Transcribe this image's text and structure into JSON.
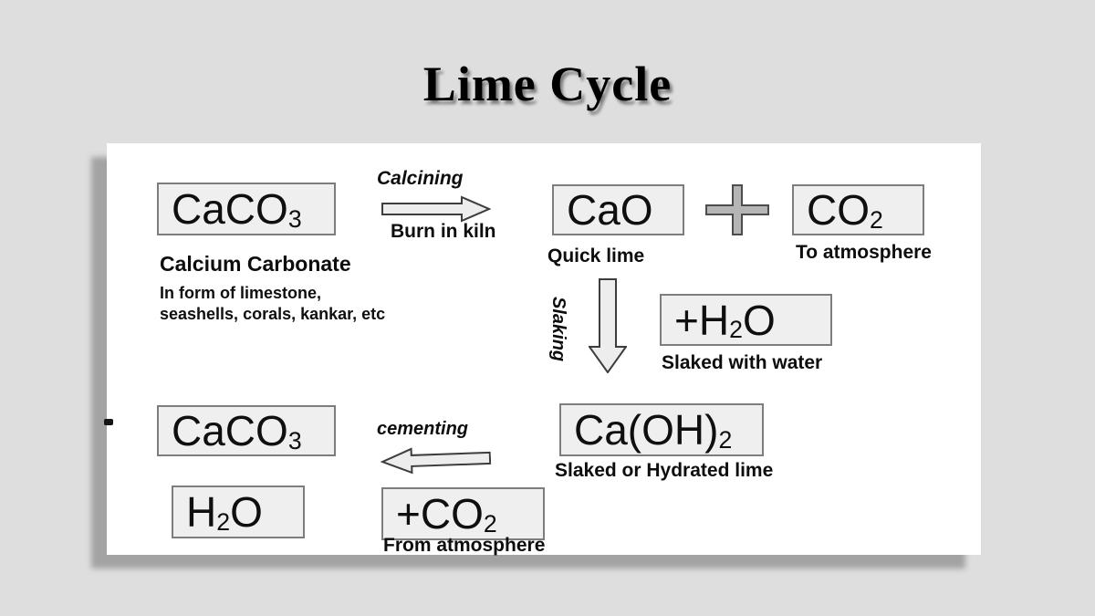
{
  "title": "Lime Cycle",
  "colors": {
    "background": "#dedede",
    "panel": "#ffffff",
    "box_fill": "#efefef",
    "box_border": "#7d7d7d",
    "text": "#0f0f0f",
    "panel_shadow": "#a3a3a3",
    "arrow_fill": "#ededed",
    "arrow_stroke": "#3d3d3d",
    "plus_fill": "#b5b5b5",
    "plus_stroke": "#4c4c4c"
  },
  "formulas": {
    "caco3_top": {
      "pre": "CaCO",
      "sub": "3",
      "post": ""
    },
    "cao": {
      "pre": "CaO",
      "sub": "",
      "post": ""
    },
    "co2_top": {
      "pre": "CO",
      "sub": "2",
      "post": ""
    },
    "h2o_plus": {
      "pre": "+H",
      "sub": "2",
      "post": "O"
    },
    "caco3_bottom": {
      "pre": "CaCO",
      "sub": "3",
      "post": ""
    },
    "caoh2": {
      "pre": "Ca(OH)",
      "sub": "2",
      "post": ""
    },
    "h2o": {
      "pre": "H",
      "sub": "2",
      "post": "O"
    },
    "co2_bottom": {
      "pre": "+CO",
      "sub": "2",
      "post": ""
    }
  },
  "labels": {
    "calcining": "Calcining",
    "burn_in_kiln": "Burn in kiln",
    "calcium_carbonate": "Calcium Carbonate",
    "in_form_line1": "In form of limestone,",
    "in_form_line2": "seashells, corals, kankar, etc",
    "quick_lime": "Quick lime",
    "to_atmosphere": "To atmosphere",
    "slaking": "Slaking",
    "slaked_with_water": "Slaked with water",
    "cementing": "cementing",
    "slaked_or_hydrated_lime": "Slaked or Hydrated lime",
    "from_atmosphere": "From atmosphere"
  }
}
